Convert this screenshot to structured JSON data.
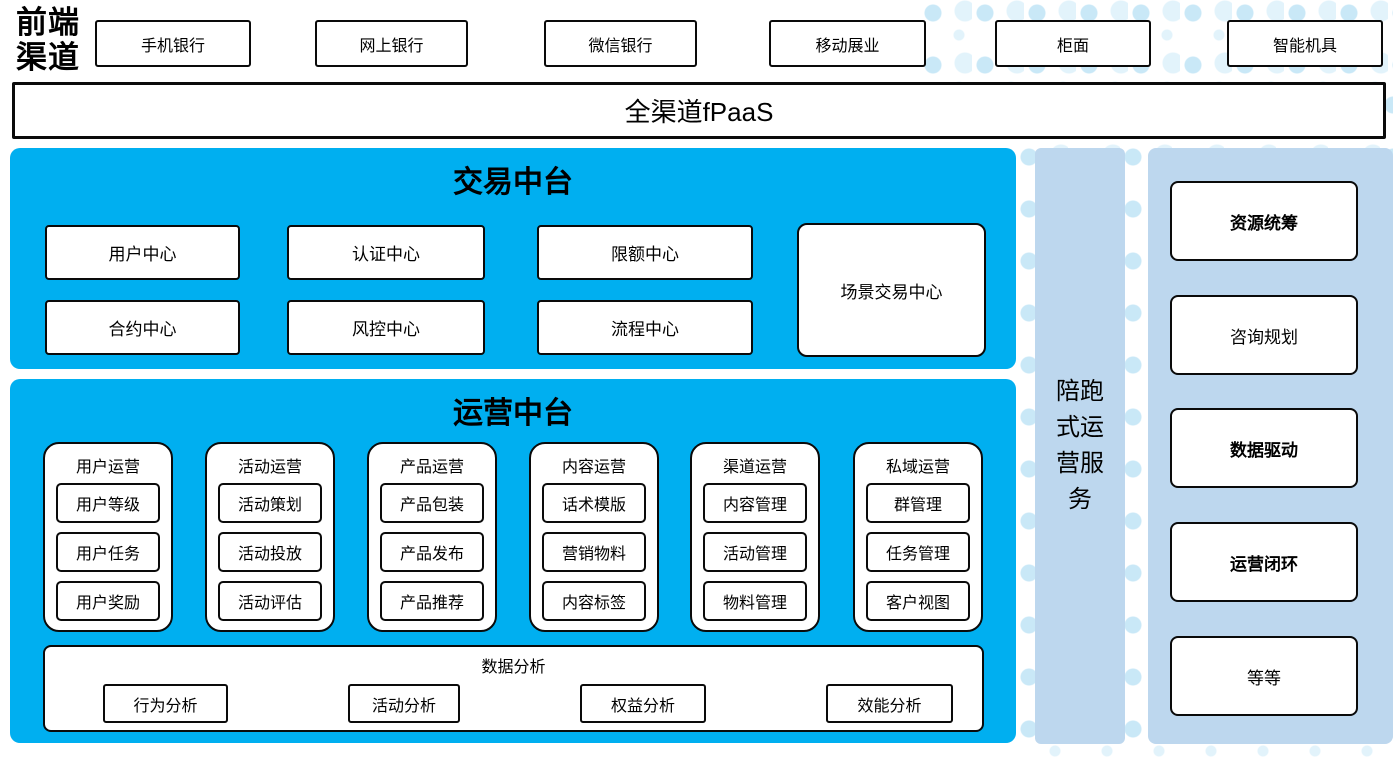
{
  "colors": {
    "accent_blue": "#00AFF0",
    "panel_light_blue": "#BDD7EE",
    "dot_strong": "#C9E8F7",
    "dot_soft": "#E2F3FB"
  },
  "front_channels": {
    "label": "前端渠道",
    "items": [
      {
        "label": "手机银行"
      },
      {
        "label": "网上银行"
      },
      {
        "label": "微信银行"
      },
      {
        "label": "移动展业"
      },
      {
        "label": "柜面"
      },
      {
        "label": "智能机具"
      }
    ]
  },
  "fpaas": {
    "label": "全渠道fPaaS"
  },
  "trade_platform": {
    "title": "交易中台",
    "centers": [
      "用户中心",
      "认证中心",
      "限额中心",
      "合约中心",
      "风控中心",
      "流程中心"
    ],
    "scene_center": "场景交易中心"
  },
  "ops_platform": {
    "title": "运营中台",
    "groups": [
      {
        "title": "用户运营",
        "items": [
          "用户等级",
          "用户任务",
          "用户奖励"
        ]
      },
      {
        "title": "活动运营",
        "items": [
          "活动策划",
          "活动投放",
          "活动评估"
        ]
      },
      {
        "title": "产品运营",
        "items": [
          "产品包装",
          "产品发布",
          "产品推荐"
        ]
      },
      {
        "title": "内容运营",
        "items": [
          "话术模版",
          "营销物料",
          "内容标签"
        ]
      },
      {
        "title": "渠道运营",
        "items": [
          "内容管理",
          "活动管理",
          "物料管理"
        ]
      },
      {
        "title": "私域运营",
        "items": [
          "群管理",
          "任务管理",
          "客户视图"
        ]
      }
    ],
    "data_analysis": {
      "title": "数据分析",
      "items": [
        "行为分析",
        "活动分析",
        "权益分析",
        "效能分析"
      ]
    }
  },
  "side_service": {
    "label": "陪跑式运营服务"
  },
  "right_panel": {
    "items": [
      {
        "label": "资源统筹",
        "bold": true
      },
      {
        "label": "咨询规划",
        "bold": false
      },
      {
        "label": "数据驱动",
        "bold": true
      },
      {
        "label": "运营闭环",
        "bold": true
      },
      {
        "label": "等等",
        "bold": false
      }
    ]
  }
}
